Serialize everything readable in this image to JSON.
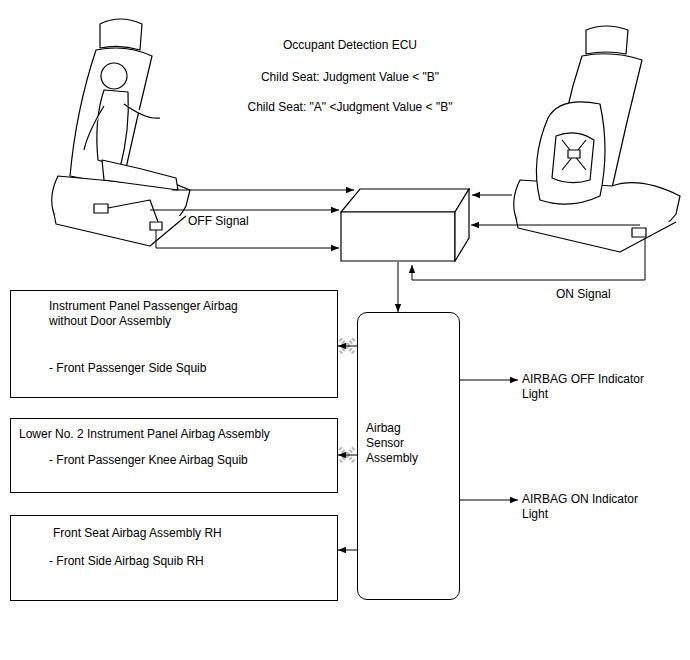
{
  "diagram": {
    "nodes": [
      {
        "text": [
          "Occupant Detection ECU"
        ]
      },
      {
        "text": [
          "Instrument Panel Passenger Airbag without Door Assembly",
          "- Front Passenger Side Squib"
        ]
      },
      {
        "text": [
          "Lower No. 2 Instrument Panel Airbag Assembly",
          "- Front Passenger Knee Airbag Squib"
        ]
      },
      {
        "text": [
          "Airbag Sensor Assembly"
        ]
      },
      {
        "text": [
          "Front Seat Airbag Assembly RH",
          "- Front Side Airbag Squib RH"
        ]
      }
    ],
    "edges": [
      {
        "from": 0,
        "to": 3,
        "arrow": "to"
      },
      {
        "from": 3,
        "to": 1,
        "arrow": "to"
      },
      {
        "from": 3,
        "to": 2,
        "arrow": "to"
      },
      {
        "from": 3,
        "to": 4,
        "arrow": "to"
      }
    ],
    "labels": [
      "Child Seat: Judgment Value < \"B\"",
      "Child Seat: \"A\" <Judgment Value < \"B\"",
      "OFF Signal",
      "ON Signal",
      "AIRBAG OFF Indicator Light",
      "AIRBAG ON Indicator Light"
    ]
  }
}
